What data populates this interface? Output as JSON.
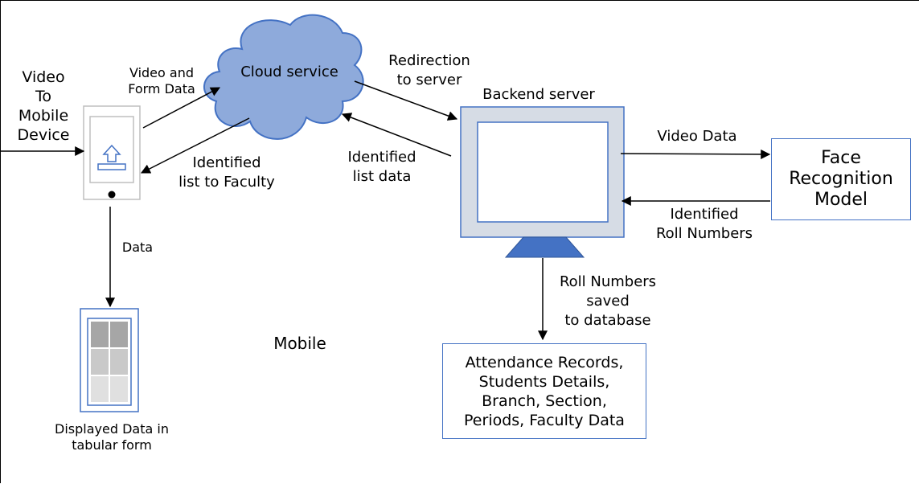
{
  "input_label": "Video\nTo\nMobile\nDevice",
  "video_form_label": "Video and\nForm Data",
  "cloud_label": "Cloud service",
  "identified_faculty_label": "Identified\nlist to Faculty",
  "data_label": "Data",
  "table_caption": "Displayed Data in\ntabular form",
  "mobile_label": "Mobile",
  "redirection_label": "Redirection\nto server",
  "backend_label": "Backend server",
  "identified_list_data_label": "Identified\nlist data",
  "video_data_label": "Video Data",
  "face_model_label": "Face\nRecognition\nModel",
  "identified_roll_label": "Identified\nRoll Numbers",
  "roll_saved_label": "Roll Numbers\nsaved\nto database",
  "database_label": "Attendance Records,\nStudents Details,\nBranch, Section,\nPeriods, Faculty Data",
  "colors": {
    "cloud_fill": "#8eaadb",
    "cloud_stroke": "#4472c4",
    "monitor_frame": "#d6dce5",
    "monitor_stand": "#4472c4",
    "box_border": "#4472c4",
    "table_cells": "#c0c0c0"
  },
  "icons": {
    "upload": "upload-arrow-icon",
    "phone": "mobile-phone-icon",
    "tablet": "tablet-table-icon",
    "monitor": "monitor-icon",
    "cloud": "cloud-icon"
  }
}
